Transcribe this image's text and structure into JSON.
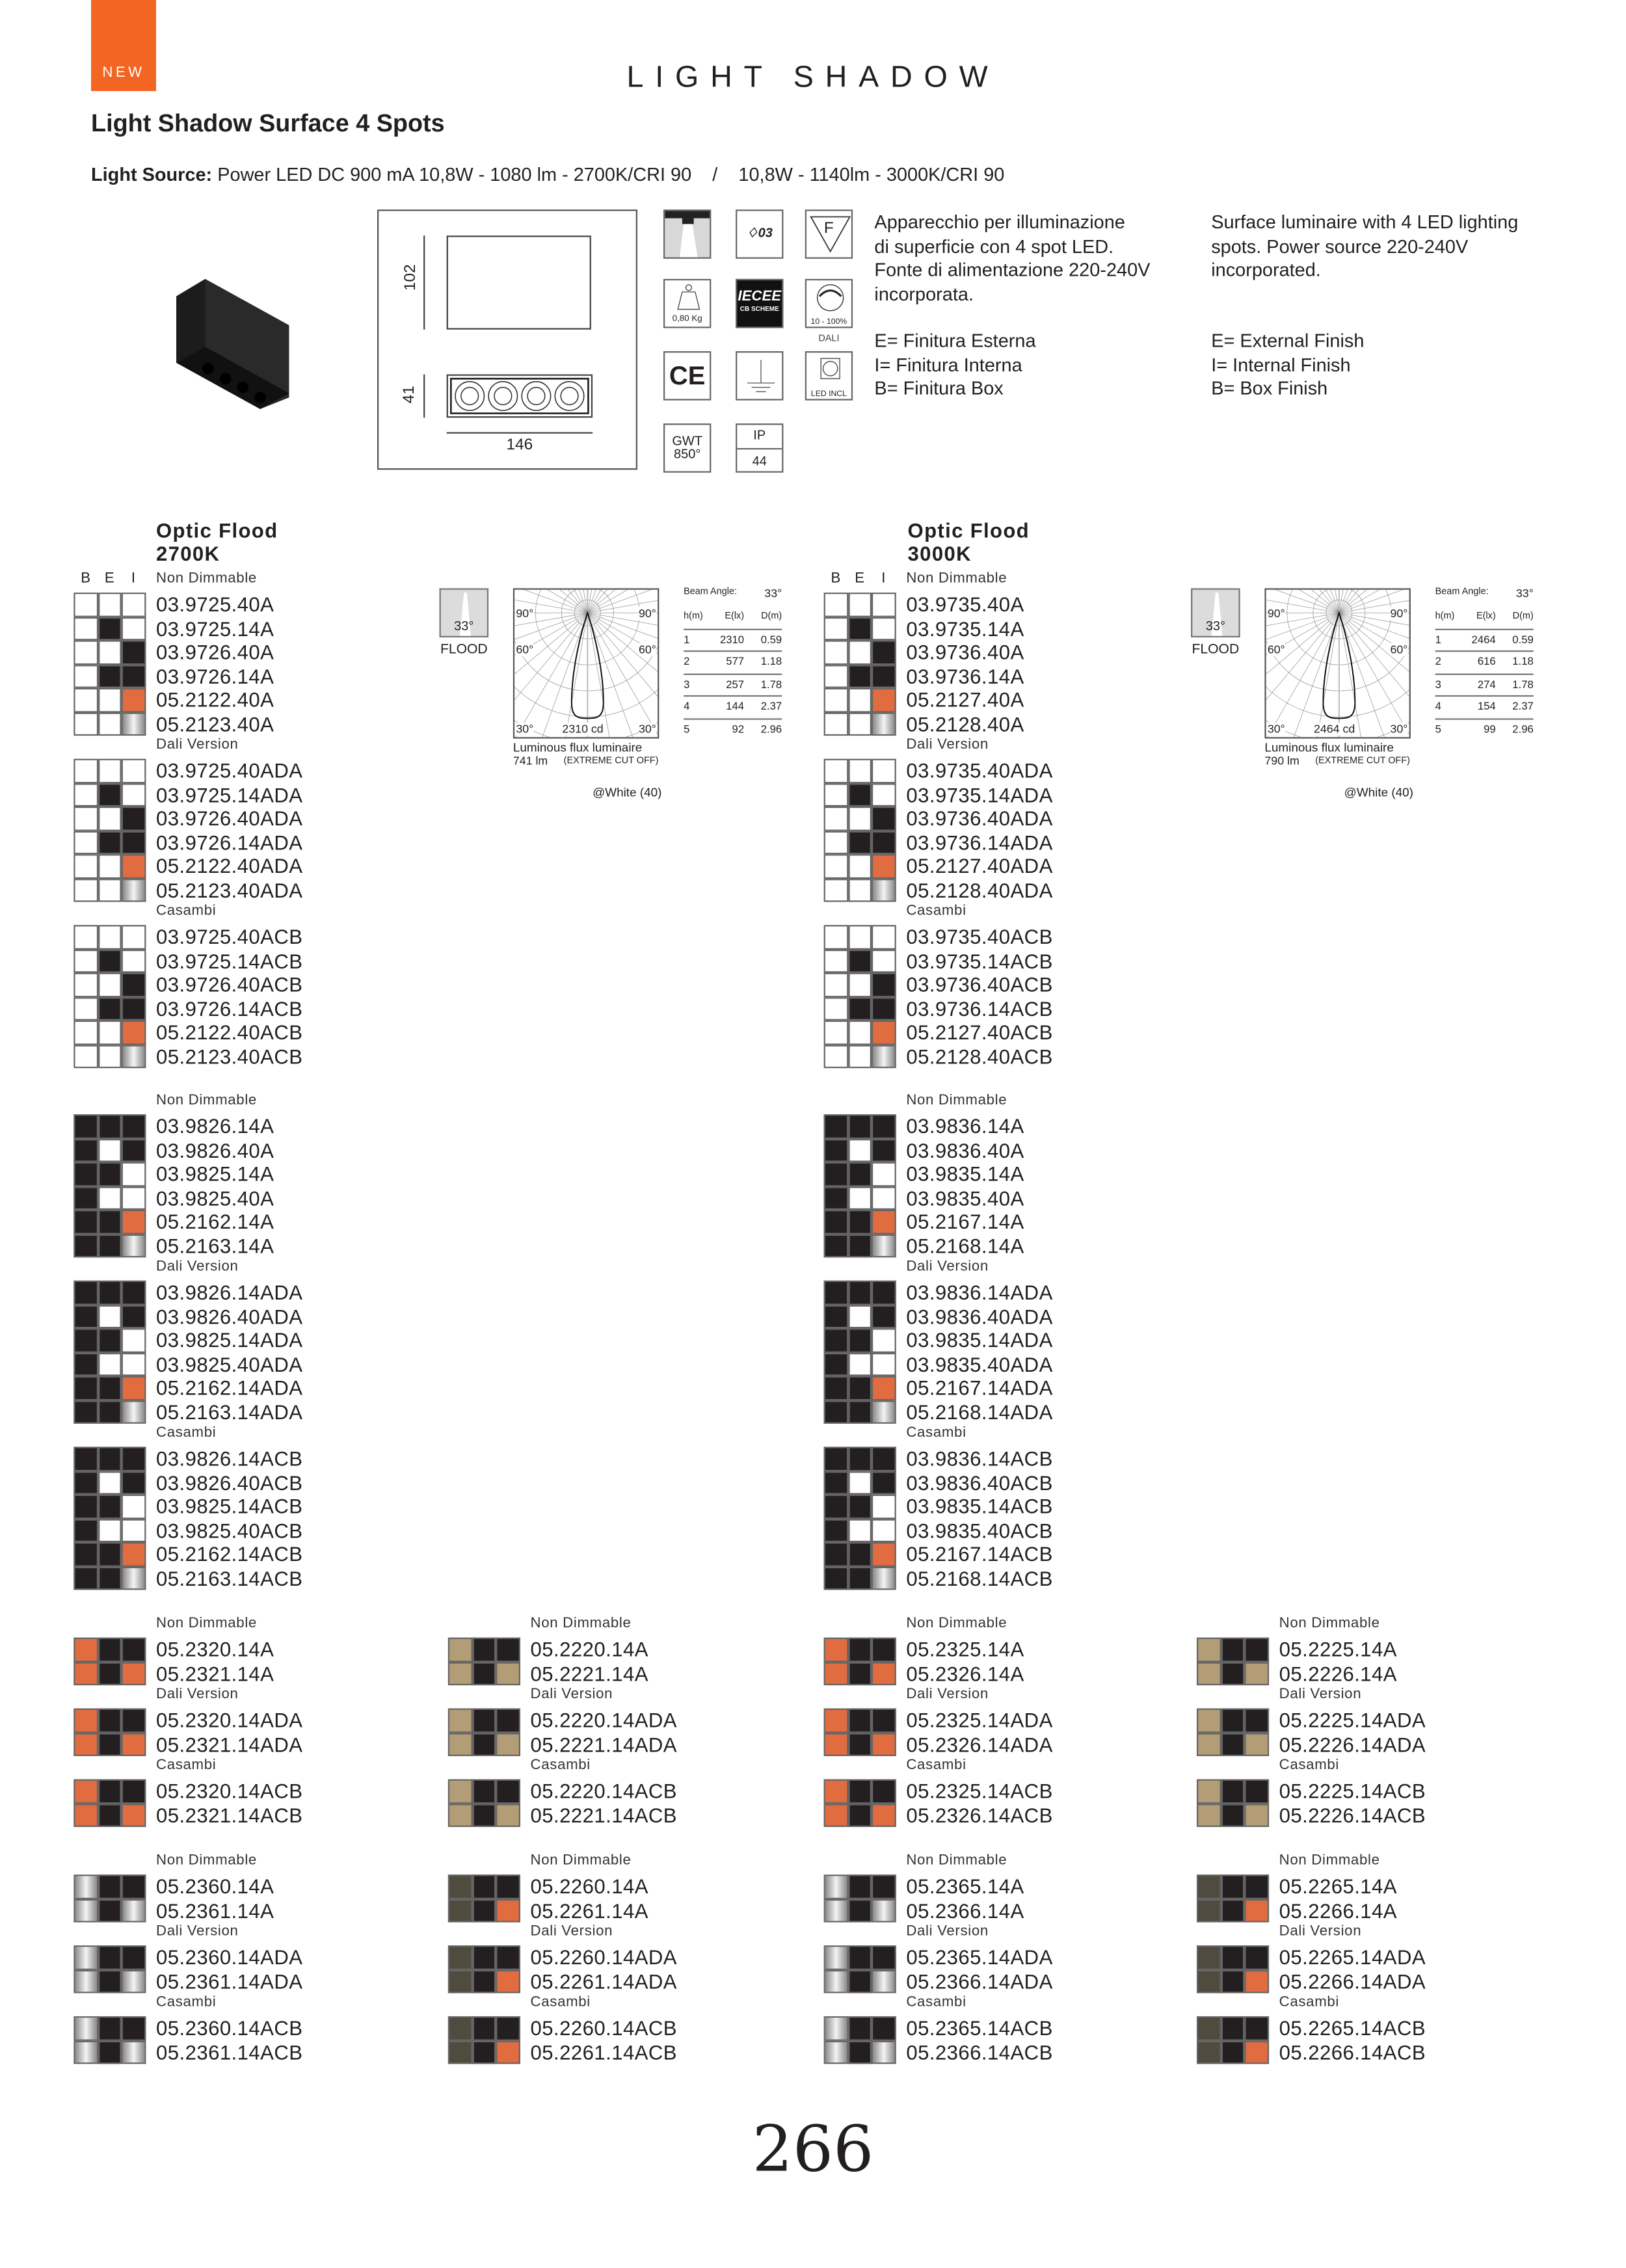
{
  "header": {
    "new_badge": "NEW",
    "brand": "LIGHT SHADOW",
    "product_title": "Light Shadow Surface 4 Spots",
    "light_source_label": "Light Source:",
    "light_source_value": "Power LED DC 900 mA 10,8W - 1080 lm - 2700K/CRI 90    /    10,8W - 1140lm - 3000K/CRI 90"
  },
  "drawing": {
    "height": "102",
    "depth": "41",
    "width": "146"
  },
  "icons": {
    "enec": "03",
    "weight": "0,80 Kg",
    "iecee": "IECEE",
    "iecee_sub": "CB SCHEME",
    "dimmer": "10 - 100%",
    "dali": "DALI",
    "ce": "CE",
    "led_incl": "LED INCL",
    "gwt": "GWT",
    "gwt_temp": "850°",
    "ip": "IP",
    "ip_value": "44",
    "f_mark": "F"
  },
  "description": {
    "it": "Apparecchio per illuminazione\ndi superficie con 4 spot LED.\nFonte di alimentazione 220-240V\nincorporata.",
    "en": "Surface luminaire with 4 LED lighting\nspots. Power source 220-240V\nincorporated.",
    "it_legend": "E= Finitura Esterna\nI= Finitura Interna\nB= Finitura Box",
    "en_legend": "E= External Finish\nI= Internal Finish\nB= Box Finish"
  },
  "colors": {
    "w": "#ffffff",
    "k": "#231f20",
    "o": "#e06c40",
    "t": "#b39d76",
    "g": "#4f4b3e",
    "accent": "#f26522"
  },
  "finish_headers": [
    "B",
    "E",
    "I"
  ],
  "optics": [
    {
      "title": "Optic Flood",
      "cct": "2700K",
      "beam_icon_angle": "33°",
      "beam_icon_label": "FLOOD",
      "chart_data": {
        "type": "polar",
        "peak": "2310 cd",
        "angle_labels": [
          "90°",
          "60°",
          "30°"
        ],
        "flux": "Luminous flux luminaire",
        "flux_value": "741 lm",
        "flux_note": "(EXTREME CUT OFF)",
        "finish_note": "@White (40)",
        "beam_angle_label": "Beam Angle:",
        "beam_angle": "33°",
        "columns": [
          "h(m)",
          "E(lx)",
          "D(m)"
        ],
        "rows": [
          [
            "1",
            "2310",
            "0.59"
          ],
          [
            "2",
            "577",
            "1.18"
          ],
          [
            "3",
            "257",
            "1.78"
          ],
          [
            "4",
            "144",
            "2.37"
          ],
          [
            "5",
            "92",
            "2.96"
          ]
        ]
      }
    },
    {
      "title": "Optic Flood",
      "cct": "3000K",
      "beam_icon_angle": "33°",
      "beam_icon_label": "FLOOD",
      "chart_data": {
        "type": "polar",
        "peak": "2464 cd",
        "angle_labels": [
          "90°",
          "60°",
          "30°"
        ],
        "flux": "Luminous flux luminaire",
        "flux_value": "790 lm",
        "flux_note": "(EXTREME CUT OFF)",
        "finish_note": "@White (40)",
        "beam_angle_label": "Beam Angle:",
        "beam_angle": "33°",
        "columns": [
          "h(m)",
          "E(lx)",
          "D(m)"
        ],
        "rows": [
          [
            "1",
            "2464",
            "0.59"
          ],
          [
            "2",
            "616",
            "1.18"
          ],
          [
            "3",
            "274",
            "1.78"
          ],
          [
            "4",
            "154",
            "2.37"
          ],
          [
            "5",
            "99",
            "2.96"
          ]
        ]
      }
    }
  ],
  "blocks": [
    {
      "groups": [
        {
          "label": "Non Dimmable",
          "rows": [
            [
              "03.9725.40A",
              "www"
            ],
            [
              "03.9725.14A",
              "wkw"
            ],
            [
              "03.9726.40A",
              "wwk"
            ],
            [
              "03.9726.14A",
              "wkk"
            ],
            [
              "05.2122.40A",
              "wwo"
            ],
            [
              "05.2123.40A",
              "wws"
            ]
          ]
        },
        {
          "label": "Dali Version",
          "rows": [
            [
              "03.9725.40ADA",
              "www"
            ],
            [
              "03.9725.14ADA",
              "wkw"
            ],
            [
              "03.9726.40ADA",
              "wwk"
            ],
            [
              "03.9726.14ADA",
              "wkk"
            ],
            [
              "05.2122.40ADA",
              "wwo"
            ],
            [
              "05.2123.40ADA",
              "wws"
            ]
          ]
        },
        {
          "label": "Casambi",
          "rows": [
            [
              "03.9725.40ACB",
              "www"
            ],
            [
              "03.9725.14ACB",
              "wkw"
            ],
            [
              "03.9726.40ACB",
              "wwk"
            ],
            [
              "03.9726.14ACB",
              "wkk"
            ],
            [
              "05.2122.40ACB",
              "wwo"
            ],
            [
              "05.2123.40ACB",
              "wws"
            ]
          ]
        }
      ]
    },
    {
      "groups": [
        {
          "label": "Non Dimmable",
          "rows": [
            [
              "03.9826.14A",
              "kkk"
            ],
            [
              "03.9826.40A",
              "kwk"
            ],
            [
              "03.9825.14A",
              "kkw"
            ],
            [
              "03.9825.40A",
              "kww"
            ],
            [
              "05.2162.14A",
              "kko"
            ],
            [
              "05.2163.14A",
              "kks"
            ]
          ]
        },
        {
          "label": "Dali Version",
          "rows": [
            [
              "03.9826.14ADA",
              "kkk"
            ],
            [
              "03.9826.40ADA",
              "kwk"
            ],
            [
              "03.9825.14ADA",
              "kkw"
            ],
            [
              "03.9825.40ADA",
              "kww"
            ],
            [
              "05.2162.14ADA",
              "kko"
            ],
            [
              "05.2163.14ADA",
              "kks"
            ]
          ]
        },
        {
          "label": "Casambi",
          "rows": [
            [
              "03.9826.14ACB",
              "kkk"
            ],
            [
              "03.9826.40ACB",
              "kwk"
            ],
            [
              "03.9825.14ACB",
              "kkw"
            ],
            [
              "03.9825.40ACB",
              "kww"
            ],
            [
              "05.2162.14ACB",
              "kko"
            ],
            [
              "05.2163.14ACB",
              "kks"
            ]
          ]
        }
      ]
    },
    {
      "groups": [
        {
          "label": "Non Dimmable",
          "rows": [
            [
              "03.9735.40A",
              "www"
            ],
            [
              "03.9735.14A",
              "wkw"
            ],
            [
              "03.9736.40A",
              "wwk"
            ],
            [
              "03.9736.14A",
              "wkk"
            ],
            [
              "05.2127.40A",
              "wwo"
            ],
            [
              "05.2128.40A",
              "wws"
            ]
          ]
        },
        {
          "label": "Dali Version",
          "rows": [
            [
              "03.9735.40ADA",
              "www"
            ],
            [
              "03.9735.14ADA",
              "wkw"
            ],
            [
              "03.9736.40ADA",
              "wwk"
            ],
            [
              "03.9736.14ADA",
              "wkk"
            ],
            [
              "05.2127.40ADA",
              "wwo"
            ],
            [
              "05.2128.40ADA",
              "wws"
            ]
          ]
        },
        {
          "label": "Casambi",
          "rows": [
            [
              "03.9735.40ACB",
              "www"
            ],
            [
              "03.9735.14ACB",
              "wkw"
            ],
            [
              "03.9736.40ACB",
              "wwk"
            ],
            [
              "03.9736.14ACB",
              "wkk"
            ],
            [
              "05.2127.40ACB",
              "wwo"
            ],
            [
              "05.2128.40ACB",
              "wws"
            ]
          ]
        }
      ]
    },
    {
      "groups": [
        {
          "label": "Non Dimmable",
          "rows": [
            [
              "03.9836.14A",
              "kkk"
            ],
            [
              "03.9836.40A",
              "kwk"
            ],
            [
              "03.9835.14A",
              "kkw"
            ],
            [
              "03.9835.40A",
              "kww"
            ],
            [
              "05.2167.14A",
              "kko"
            ],
            [
              "05.2168.14A",
              "kks"
            ]
          ]
        },
        {
          "label": "Dali Version",
          "rows": [
            [
              "03.9836.14ADA",
              "kkk"
            ],
            [
              "03.9836.40ADA",
              "kwk"
            ],
            [
              "03.9835.14ADA",
              "kkw"
            ],
            [
              "03.9835.40ADA",
              "kww"
            ],
            [
              "05.2167.14ADA",
              "kko"
            ],
            [
              "05.2168.14ADA",
              "kks"
            ]
          ]
        },
        {
          "label": "Casambi",
          "rows": [
            [
              "03.9836.14ACB",
              "kkk"
            ],
            [
              "03.9836.40ACB",
              "kwk"
            ],
            [
              "03.9835.14ACB",
              "kkw"
            ],
            [
              "03.9835.40ACB",
              "kww"
            ],
            [
              "05.2167.14ACB",
              "kko"
            ],
            [
              "05.2168.14ACB",
              "kks"
            ]
          ]
        }
      ]
    },
    {
      "groups": [
        {
          "label": "Non Dimmable",
          "rows": [
            [
              "05.2320.14A",
              "okk"
            ],
            [
              "05.2321.14A",
              "oko"
            ]
          ]
        },
        {
          "label": "Dali Version",
          "rows": [
            [
              "05.2320.14ADA",
              "okk"
            ],
            [
              "05.2321.14ADA",
              "oko"
            ]
          ]
        },
        {
          "label": "Casambi",
          "rows": [
            [
              "05.2320.14ACB",
              "okk"
            ],
            [
              "05.2321.14ACB",
              "oko"
            ]
          ]
        }
      ]
    },
    {
      "groups": [
        {
          "label": "Non Dimmable",
          "rows": [
            [
              "05.2220.14A",
              "tkk"
            ],
            [
              "05.2221.14A",
              "tkt"
            ]
          ]
        },
        {
          "label": "Dali Version",
          "rows": [
            [
              "05.2220.14ADA",
              "tkk"
            ],
            [
              "05.2221.14ADA",
              "tkt"
            ]
          ]
        },
        {
          "label": "Casambi",
          "rows": [
            [
              "05.2220.14ACB",
              "tkk"
            ],
            [
              "05.2221.14ACB",
              "tkt"
            ]
          ]
        }
      ]
    },
    {
      "groups": [
        {
          "label": "Non Dimmable",
          "rows": [
            [
              "05.2325.14A",
              "okk"
            ],
            [
              "05.2326.14A",
              "oko"
            ]
          ]
        },
        {
          "label": "Dali Version",
          "rows": [
            [
              "05.2325.14ADA",
              "okk"
            ],
            [
              "05.2326.14ADA",
              "oko"
            ]
          ]
        },
        {
          "label": "Casambi",
          "rows": [
            [
              "05.2325.14ACB",
              "okk"
            ],
            [
              "05.2326.14ACB",
              "oko"
            ]
          ]
        }
      ]
    },
    {
      "groups": [
        {
          "label": "Non Dimmable",
          "rows": [
            [
              "05.2225.14A",
              "tkk"
            ],
            [
              "05.2226.14A",
              "tkt"
            ]
          ]
        },
        {
          "label": "Dali Version",
          "rows": [
            [
              "05.2225.14ADA",
              "tkk"
            ],
            [
              "05.2226.14ADA",
              "tkt"
            ]
          ]
        },
        {
          "label": "Casambi",
          "rows": [
            [
              "05.2225.14ACB",
              "tkk"
            ],
            [
              "05.2226.14ACB",
              "tkt"
            ]
          ]
        }
      ]
    },
    {
      "groups": [
        {
          "label": "Non Dimmable",
          "rows": [
            [
              "05.2360.14A",
              "skk"
            ],
            [
              "05.2361.14A",
              "sks"
            ]
          ]
        },
        {
          "label": "Dali Version",
          "rows": [
            [
              "05.2360.14ADA",
              "skk"
            ],
            [
              "05.2361.14ADA",
              "sks"
            ]
          ]
        },
        {
          "label": "Casambi",
          "rows": [
            [
              "05.2360.14ACB",
              "skk"
            ],
            [
              "05.2361.14ACB",
              "sks"
            ]
          ]
        }
      ]
    },
    {
      "groups": [
        {
          "label": "Non Dimmable",
          "rows": [
            [
              "05.2260.14A",
              "gkk"
            ],
            [
              "05.2261.14A",
              "gko"
            ]
          ]
        },
        {
          "label": "Dali Version",
          "rows": [
            [
              "05.2260.14ADA",
              "gkk"
            ],
            [
              "05.2261.14ADA",
              "gko"
            ]
          ]
        },
        {
          "label": "Casambi",
          "rows": [
            [
              "05.2260.14ACB",
              "gkk"
            ],
            [
              "05.2261.14ACB",
              "gko"
            ]
          ]
        }
      ]
    },
    {
      "groups": [
        {
          "label": "Non Dimmable",
          "rows": [
            [
              "05.2365.14A",
              "skk"
            ],
            [
              "05.2366.14A",
              "sks"
            ]
          ]
        },
        {
          "label": "Dali Version",
          "rows": [
            [
              "05.2365.14ADA",
              "skk"
            ],
            [
              "05.2366.14ADA",
              "sks"
            ]
          ]
        },
        {
          "label": "Casambi",
          "rows": [
            [
              "05.2365.14ACB",
              "skk"
            ],
            [
              "05.2366.14ACB",
              "sks"
            ]
          ]
        }
      ]
    },
    {
      "groups": [
        {
          "label": "Non Dimmable",
          "rows": [
            [
              "05.2265.14A",
              "gkk"
            ],
            [
              "05.2266.14A",
              "gko"
            ]
          ]
        },
        {
          "label": "Dali Version",
          "rows": [
            [
              "05.2265.14ADA",
              "gkk"
            ],
            [
              "05.2266.14ADA",
              "gko"
            ]
          ]
        },
        {
          "label": "Casambi",
          "rows": [
            [
              "05.2265.14ACB",
              "gkk"
            ],
            [
              "05.2266.14ACB",
              "gko"
            ]
          ]
        }
      ]
    }
  ],
  "page_number": "266"
}
